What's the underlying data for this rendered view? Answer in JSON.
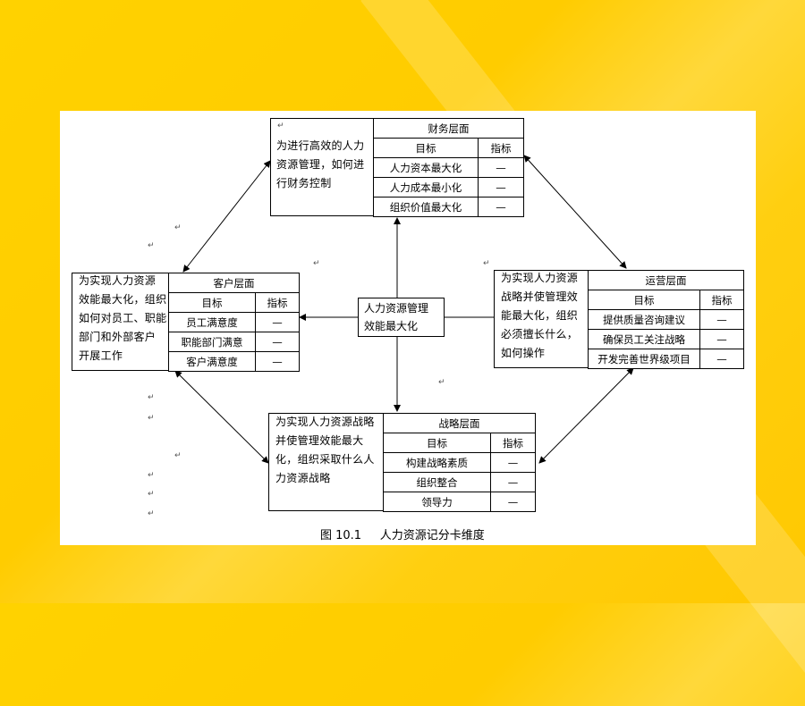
{
  "center": {
    "line1": "人力资源管理",
    "line2": "效能最大化"
  },
  "finance": {
    "desc": [
      "为进行高效的人力",
      "资源管理，如何进",
      "行财务控制"
    ],
    "header": "财务层面",
    "col_goal": "目标",
    "col_metric": "指标",
    "rows": [
      {
        "goal": "人力资本最大化",
        "metric": "—"
      },
      {
        "goal": "人力成本最小化",
        "metric": "—"
      },
      {
        "goal": "组织价值最大化",
        "metric": "—"
      }
    ]
  },
  "customer": {
    "desc": [
      "为实现人力资源",
      "效能最大化，组织",
      "如何对员工、职能",
      "部门和外部客户",
      "开展工作"
    ],
    "header": "客户层面",
    "col_goal": "目标",
    "col_metric": "指标",
    "rows": [
      {
        "goal": "员工满意度",
        "metric": "—"
      },
      {
        "goal": "职能部门满意",
        "metric": "—"
      },
      {
        "goal": "客户满意度",
        "metric": "—"
      }
    ]
  },
  "operation": {
    "desc": [
      "为实现人力资源",
      "战略并使管理效",
      "能最大化，组织",
      "必须擅长什么，",
      "如何操作"
    ],
    "header": "运营层面",
    "col_goal": "目标",
    "col_metric": "指标",
    "rows": [
      {
        "goal": "提供质量咨询建议",
        "metric": "—"
      },
      {
        "goal": "确保员工关注战略",
        "metric": "—"
      },
      {
        "goal": "开发完善世界级项目",
        "metric": "—"
      }
    ]
  },
  "strategy": {
    "desc": [
      "为实现人力资源战略",
      "并使管理效能最大",
      "化，组织采取什么人",
      "力资源战略"
    ],
    "header": "战略层面",
    "col_goal": "目标",
    "col_metric": "指标",
    "rows": [
      {
        "goal": "构建战略素质",
        "metric": "—"
      },
      {
        "goal": "组织整合",
        "metric": "—"
      },
      {
        "goal": "领导力",
        "metric": "—"
      }
    ]
  },
  "caption": "图 10.1     人力资源记分卡维度",
  "return_mark": "↵"
}
